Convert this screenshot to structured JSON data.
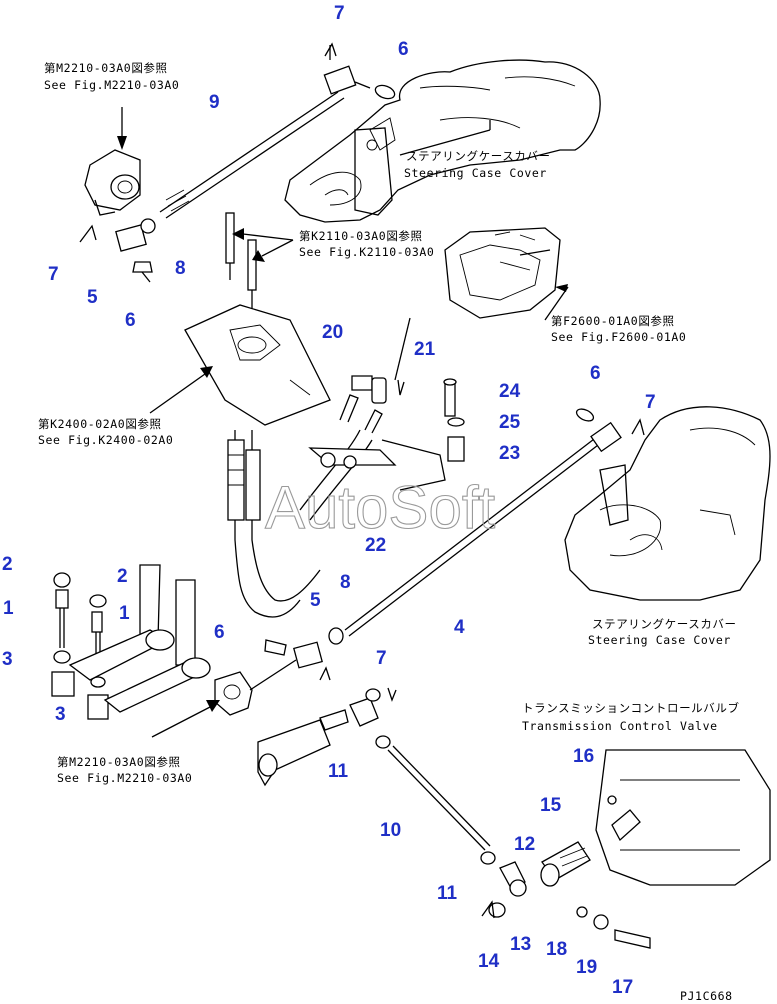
{
  "refs": {
    "m2210_top": {
      "jp": "第M2210-03A0図参照",
      "en": "See Fig.M2210-03A0"
    },
    "k2110": {
      "jp": "第K2110-03A0図参照",
      "en": "See Fig.K2110-03A0"
    },
    "f2600": {
      "jp": "第F2600-01A0図参照",
      "en": "See Fig.F2600-01A0"
    },
    "k2400": {
      "jp": "第K2400-02A0図参照",
      "en": "See Fig.K2400-02A0"
    },
    "m2210_bot": {
      "jp": "第M2210-03A0図参照",
      "en": "See Fig.M2210-03A0"
    }
  },
  "labels": {
    "steering_top": {
      "jp": "ステアリングケースカバー",
      "en": "Steering Case Cover"
    },
    "steering_right": {
      "jp": "ステアリングケースカバー",
      "en": "Steering Case Cover"
    },
    "transmission": {
      "jp": "トランスミッションコントロールバルブ",
      "en": "Transmission Control Valve"
    }
  },
  "parts": {
    "p7a": "7",
    "p6a": "6",
    "p9": "9",
    "p7b": "7",
    "p8a": "8",
    "p5a": "5",
    "p6b": "6",
    "p20": "20",
    "p21": "21",
    "p24": "24",
    "p25": "25",
    "p23": "23",
    "p22": "22",
    "p6c": "6",
    "p7c": "7",
    "p2a": "2",
    "p2b": "2",
    "p1a": "1",
    "p1b": "1",
    "p3a": "3",
    "p3b": "3",
    "p5b": "5",
    "p8b": "8",
    "p6d": "6",
    "p7d": "7",
    "p4": "4",
    "p11a": "11",
    "p10": "10",
    "p11b": "11",
    "p12": "12",
    "p13": "13",
    "p14": "14",
    "p16": "16",
    "p15": "15",
    "p18": "18",
    "p19": "19",
    "p17": "17"
  },
  "watermark": "AutoSoft",
  "code": "PJ1C668"
}
